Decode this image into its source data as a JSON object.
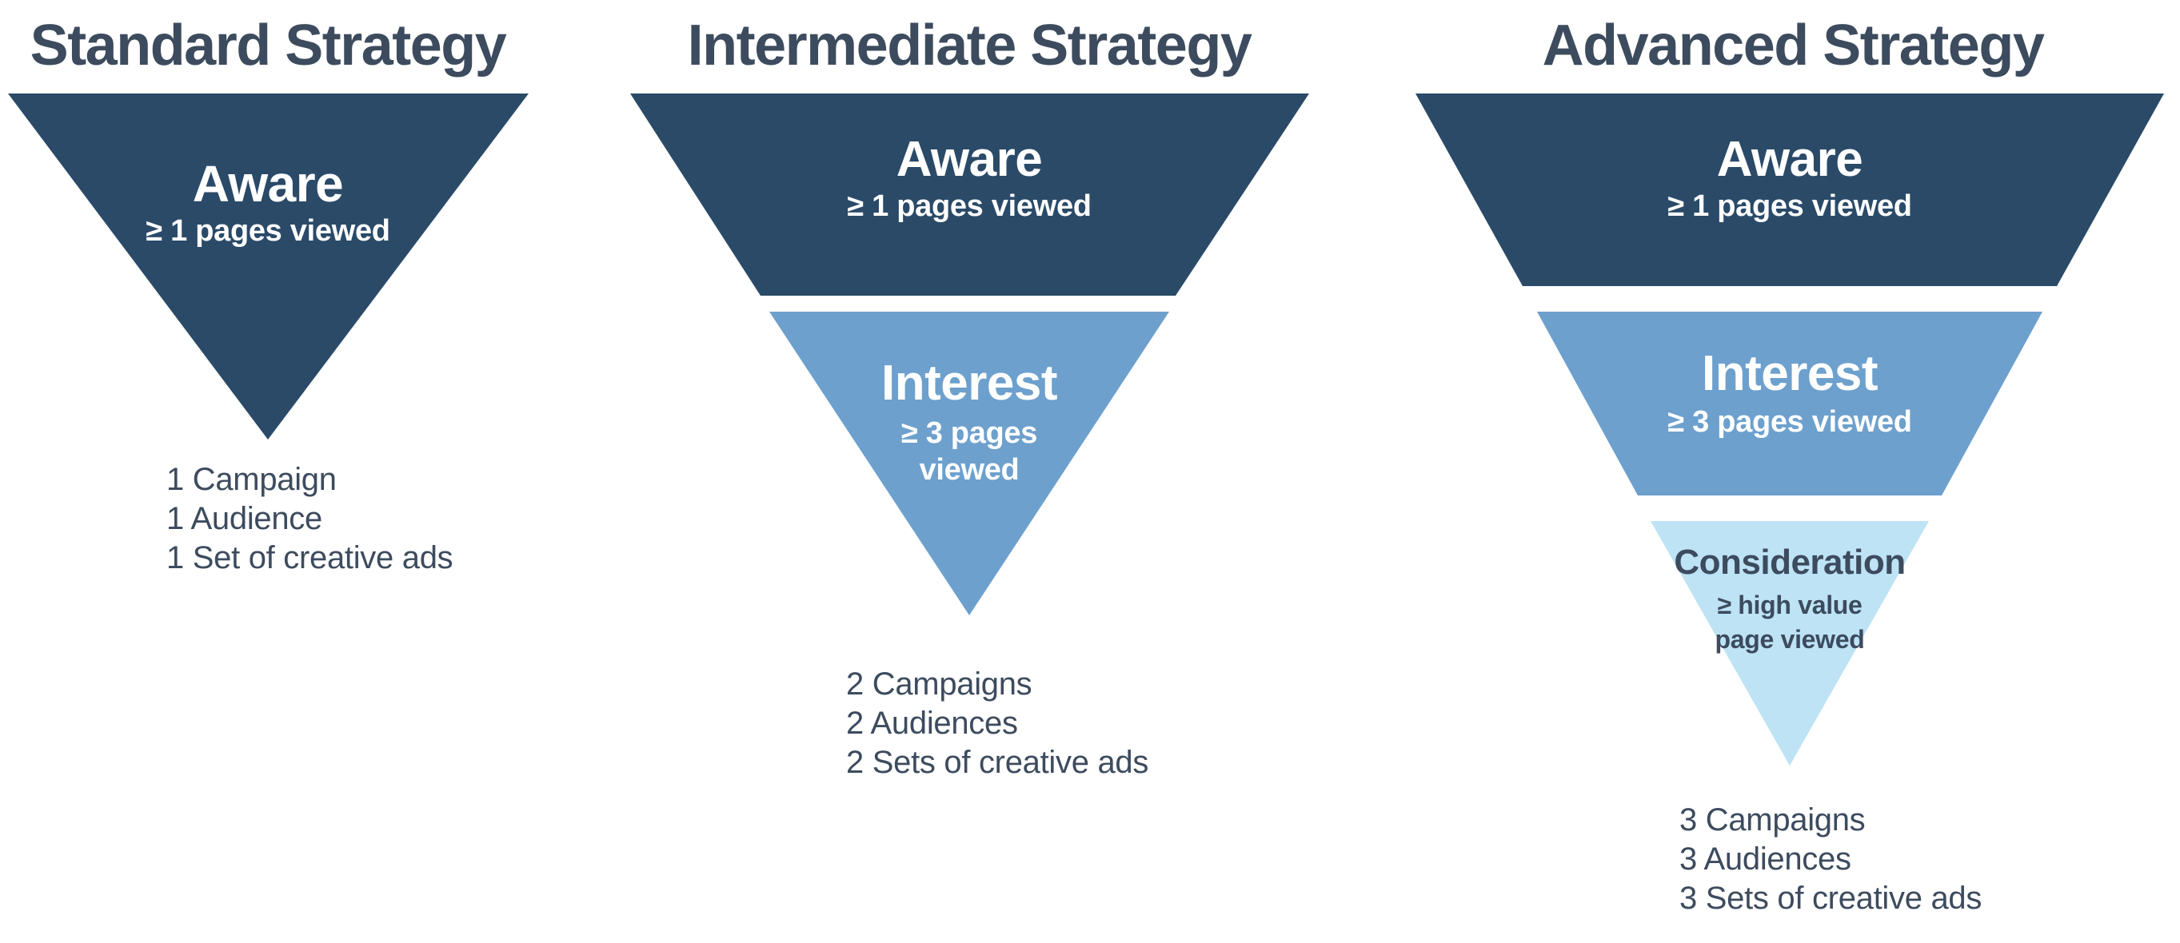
{
  "diagram": {
    "panels": [
      {
        "title": "Standard Strategy",
        "stages": [
          {
            "name": "aware",
            "label": "Aware",
            "sublabel": "≥ 1 pages viewed"
          }
        ],
        "resources": [
          "1 Campaign",
          "1 Audience",
          "1 Set of creative ads"
        ]
      },
      {
        "title": "Intermediate Strategy",
        "stages": [
          {
            "name": "aware",
            "label": "Aware",
            "sublabel": "≥ 1 pages viewed"
          },
          {
            "name": "interest",
            "label": "Interest",
            "sublabel": "≥ 3 pages viewed"
          }
        ],
        "resources": [
          "2 Campaigns",
          "2 Audiences",
          "2 Sets of creative ads"
        ]
      },
      {
        "title": "Advanced Strategy",
        "stages": [
          {
            "name": "aware",
            "label": "Aware",
            "sublabel": "≥ 1 pages viewed"
          },
          {
            "name": "interest",
            "label": "Interest",
            "sublabel": "≥ 3 pages viewed"
          },
          {
            "name": "consideration",
            "label": "Consideration",
            "sublabel": "≥ high value page viewed"
          }
        ],
        "resources": [
          "3 Campaigns",
          "3 Audiences",
          "3 Sets of creative ads"
        ]
      }
    ],
    "colors": {
      "aware": "#2a4a68",
      "interest": "#6da0cd",
      "consideration": "#bde3f5",
      "text": "#3d4b5e",
      "stage_text_light": "#ffffff"
    }
  }
}
